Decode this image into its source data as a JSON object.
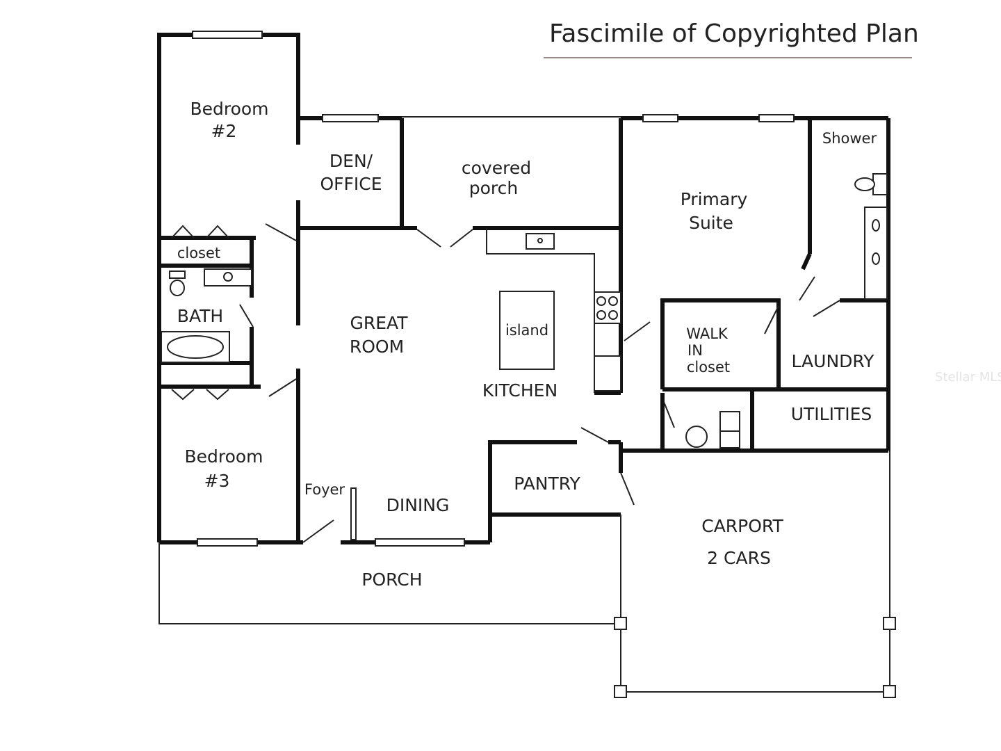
{
  "title": "Fascimile of Copyrighted Plan",
  "watermark": "Stellar MLS",
  "rooms": {
    "bedroom2": [
      "Bedroom",
      "#2"
    ],
    "den": [
      "DEN/",
      "OFFICE"
    ],
    "covered_porch": [
      "covered",
      "porch"
    ],
    "primary_suite": [
      "Primary",
      "Suite"
    ],
    "shower": "Shower",
    "closet": "closet",
    "bath": "BATH",
    "great_room": [
      "GREAT",
      "ROOM"
    ],
    "island": "island",
    "kitchen": "KITCHEN",
    "walk_in_closet": [
      "WALK",
      "IN",
      "closet"
    ],
    "laundry": "LAUNDRY",
    "utilities": "UTILITIES",
    "bedroom3": [
      "Bedroom",
      "#3"
    ],
    "foyer": "Foyer",
    "dining": "DINING",
    "pantry": "PANTRY",
    "carport": [
      "CARPORT",
      "2 CARS"
    ],
    "porch": "PORCH"
  }
}
